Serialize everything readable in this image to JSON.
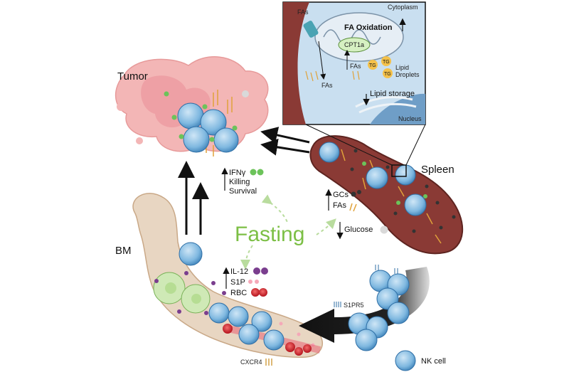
{
  "labels": {
    "tumor": "Tumor",
    "spleen": "Spleen",
    "bm": "BM",
    "fasting": "Fasting",
    "nk_cell": "NK cell",
    "s1pr5": "S1PR5",
    "cxcr4": "CXCR4"
  },
  "tumor_effects": {
    "ifng": "IFNγ",
    "killing": "Killing",
    "survival": "Survival"
  },
  "spleen_effects": {
    "gcs": "GCs",
    "fas": "FAs",
    "glucose": "Glucose"
  },
  "bm_effects": {
    "il12": "IL-12",
    "s1p": "S1P",
    "rbc": "RBC"
  },
  "inset": {
    "cytoplasm": "Cytoplasm",
    "fas_channel": "FAs",
    "fa_oxidation": "FA Oxidation",
    "cpt1a": "CPT1a",
    "fas_left": "FAs",
    "fas_mid": "FAs",
    "tg": "TG",
    "lipid_droplets_1": "Lipid",
    "lipid_droplets_2": "Droplets",
    "lipid_storage": "Lipid storage",
    "nucleus": "Nucleus"
  },
  "colors": {
    "nk_blue": "#7fb8e0",
    "nk_dark": "#2f6fa6",
    "spleen": "#8a3a35",
    "tumor": "#f3b6b6",
    "bone": "#e8d6c2",
    "fasting_green": "#7cbf45",
    "inset_bg": "#c9dff0"
  }
}
